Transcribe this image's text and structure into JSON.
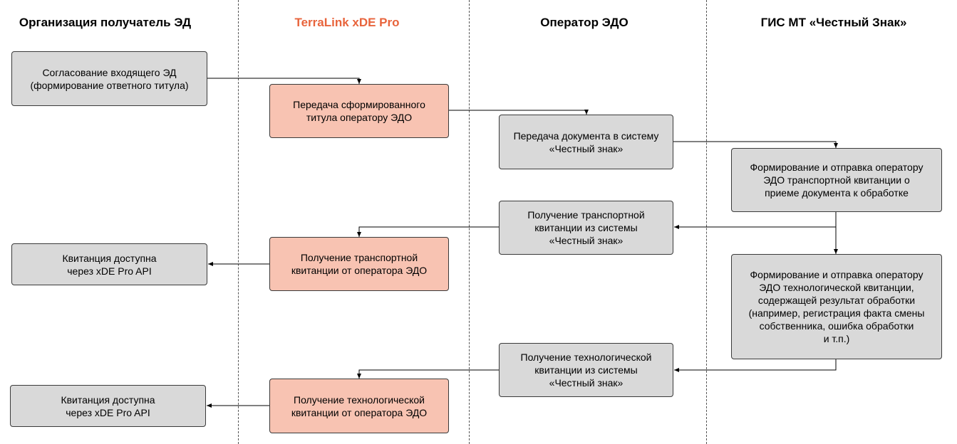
{
  "lanes": {
    "org": "Организация получатель ЭД",
    "terralink": "TerraLink xDE Pro",
    "operator": "Оператор ЭДО",
    "gis": "ГИС МТ «Честный Знак»"
  },
  "colors": {
    "accent": "#e8643c",
    "grey_box": "#d9d9d9",
    "pink_box": "#f8c3b2"
  },
  "boxes": {
    "org_approve": "Согласование входящего ЭД\n(формирование ответного титула)",
    "tl_send_title": "Передача сформированного\nтитула оператору ЭДО",
    "op_send_doc": "Передача документа в систему\n«Честный знак»",
    "gis_transport": "Формирование и отправка оператору\nЭДО транспортной квитанции о\nприеме документа к обработке",
    "op_get_transport": "Получение транспортной\nквитанции из системы\n«Честный знак»",
    "tl_get_transport": "Получение транспортной\nквитанции от оператора ЭДО",
    "org_receipt_1": "Квитанция доступна\nчерез xDE Pro API",
    "gis_tech": "Формирование и отправка оператору\nЭДО технологической квитанции,\nсодержащей результат обработки\n(например, регистрация факта смены\nсобственника, ошибка обработки\nи т.п.)",
    "op_get_tech": "Получение технологической\nквитанции из системы\n«Честный знак»",
    "tl_get_tech": "Получение технологической\nквитанции от оператора ЭДО",
    "org_receipt_2": "Квитанция доступна\nчерез xDE Pro API"
  }
}
